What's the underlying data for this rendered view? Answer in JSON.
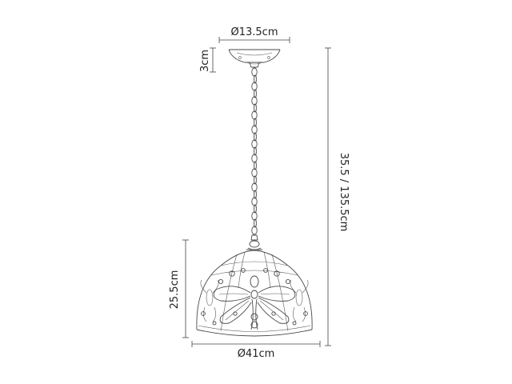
{
  "dimensions": {
    "ceiling_rose_diameter": "Ø13.5cm",
    "ceiling_rose_height": "3cm",
    "total_drop": "35.5 / 135.5cm",
    "shade_height": "25.5cm",
    "shade_diameter": "Ø41cm"
  },
  "colors": {
    "line": "#444444",
    "text": "#222222",
    "background": "#ffffff"
  }
}
